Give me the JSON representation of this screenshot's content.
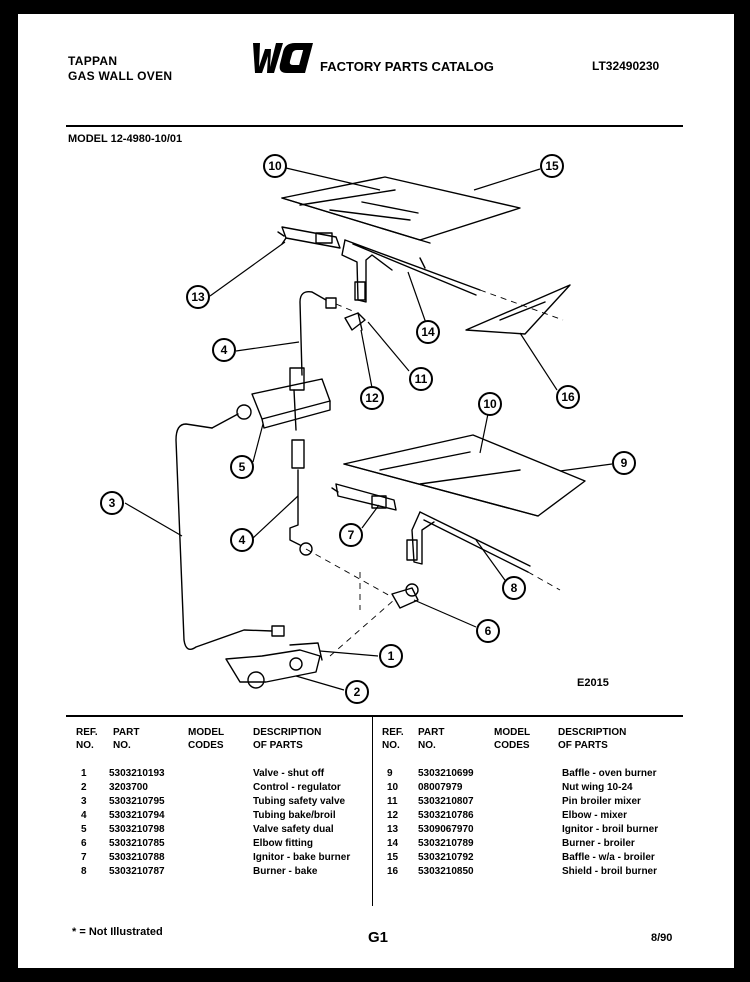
{
  "header": {
    "brand": "TAPPAN",
    "product": "GAS WALL OVEN",
    "logo_text": "WCI",
    "catalog_title": "FACTORY PARTS CATALOG",
    "catalog_number": "LT32490230",
    "model": "MODEL 12-4980-10/01"
  },
  "diagram": {
    "code": "E2015",
    "callouts": [
      "10",
      "15",
      "13",
      "14",
      "4",
      "11",
      "12",
      "16",
      "10",
      "9",
      "5",
      "3",
      "7",
      "4",
      "8",
      "6",
      "1",
      "2"
    ]
  },
  "table": {
    "headers": {
      "ref_no": [
        "REF.",
        "NO."
      ],
      "part_no": [
        "PART",
        "NO."
      ],
      "model_codes": [
        "MODEL",
        "CODES"
      ],
      "description": [
        "DESCRIPTION",
        "OF PARTS"
      ]
    },
    "left": [
      {
        "ref": "1",
        "part": "5303210193",
        "desc": "Valve - shut off"
      },
      {
        "ref": "2",
        "part": "3203700",
        "desc": "Control - regulator"
      },
      {
        "ref": "3",
        "part": "5303210795",
        "desc": "Tubing safety valve"
      },
      {
        "ref": "4",
        "part": "5303210794",
        "desc": "Tubing bake/broil"
      },
      {
        "ref": "5",
        "part": "5303210798",
        "desc": "Valve safety dual"
      },
      {
        "ref": "6",
        "part": "5303210785",
        "desc": "Elbow fitting"
      },
      {
        "ref": "7",
        "part": "5303210788",
        "desc": "Ignitor - bake burner"
      },
      {
        "ref": "8",
        "part": "5303210787",
        "desc": "Burner - bake"
      }
    ],
    "right": [
      {
        "ref": "9",
        "part": "5303210699",
        "desc": "Baffle - oven burner"
      },
      {
        "ref": "10",
        "part": "08007979",
        "desc": "Nut wing 10-24"
      },
      {
        "ref": "11",
        "part": "5303210807",
        "desc": "Pin broiler mixer"
      },
      {
        "ref": "12",
        "part": "5303210786",
        "desc": "Elbow - mixer"
      },
      {
        "ref": "13",
        "part": "5309067970",
        "desc": "Ignitor - broil burner"
      },
      {
        "ref": "14",
        "part": "5303210789",
        "desc": "Burner - broiler"
      },
      {
        "ref": "15",
        "part": "5303210792",
        "desc": "Baffle - w/a - broiler"
      },
      {
        "ref": "16",
        "part": "5303210850",
        "desc": "Shield - broil burner"
      }
    ]
  },
  "footer": {
    "note": "* = Not Illustrated",
    "page": "G1",
    "date": "8/90"
  }
}
